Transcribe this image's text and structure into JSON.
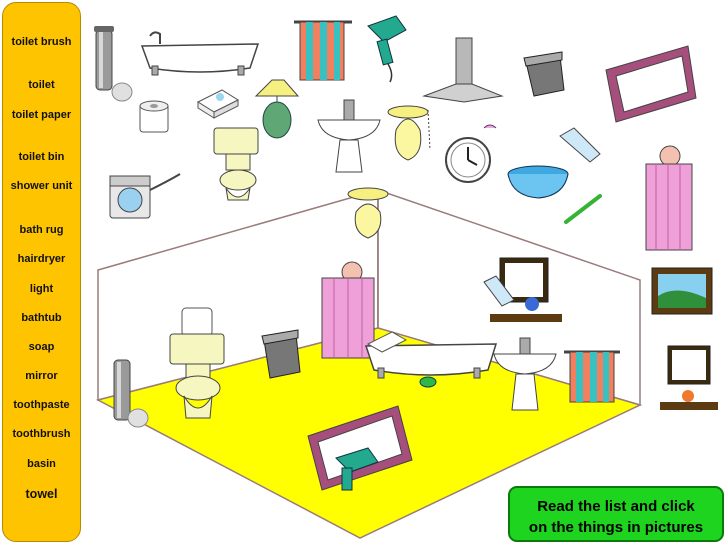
{
  "word_list": [
    {
      "label": "toilet brush"
    },
    {
      "label": "toilet"
    },
    {
      "label": "toilet paper"
    },
    {
      "label": "toilet bin"
    },
    {
      "label": "shower unit"
    },
    {
      "label": "bath rug"
    },
    {
      "label": "hairdryer"
    },
    {
      "label": "light"
    },
    {
      "label": "bathtub"
    },
    {
      "label": "soap"
    },
    {
      "label": "mirror"
    },
    {
      "label": "toothpaste"
    },
    {
      "label": "toothbrush"
    },
    {
      "label": "basin"
    },
    {
      "label": "towel"
    }
  ],
  "instruction": {
    "line1": "Read the list and click",
    "line2": "on the things in pictures"
  },
  "colors": {
    "sidebar": "#ffc400",
    "floor": "#ffff00",
    "button": "#1fd41f",
    "rug_border": "#a64f7d",
    "towel_stripe_a": "#39c0c0",
    "towel_stripe_b": "#f08060",
    "curtain": "#f0a0d8"
  }
}
